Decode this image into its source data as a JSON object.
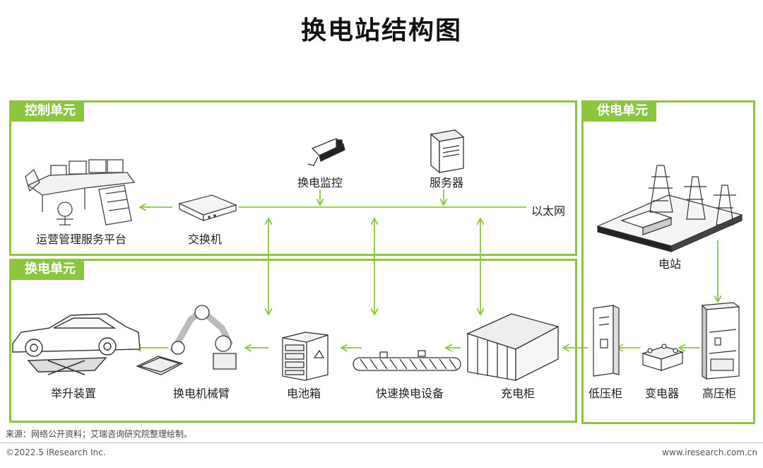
{
  "title": "换电站结构图",
  "colors": {
    "accent": "#8cc63f",
    "arrow": "#8cc63f",
    "line": "#9bd04b"
  },
  "panels": {
    "control": {
      "label": "控制单元"
    },
    "swap": {
      "label": "换电单元"
    },
    "supply": {
      "label": "供电单元"
    }
  },
  "nodes": {
    "ops_platform": "运营管理服务平台",
    "switch": "交换机",
    "monitor": "换电监控",
    "server": "服务器",
    "ethernet": "以太网",
    "lift": "举升装置",
    "robot_arm": "换电机械臂",
    "battery_box": "电池箱",
    "fast_swap": "快速换电设备",
    "charger": "充电柜",
    "power_station": "电站",
    "low_voltage": "低压柜",
    "transformer": "变电器",
    "high_voltage": "高压柜"
  },
  "footer": {
    "source": "来源：网络公开资料；艾瑞咨询研究院整理绘制。",
    "copyright": "©2022.5 iResearch Inc.",
    "website": "www.iresearch.com.cn"
  }
}
